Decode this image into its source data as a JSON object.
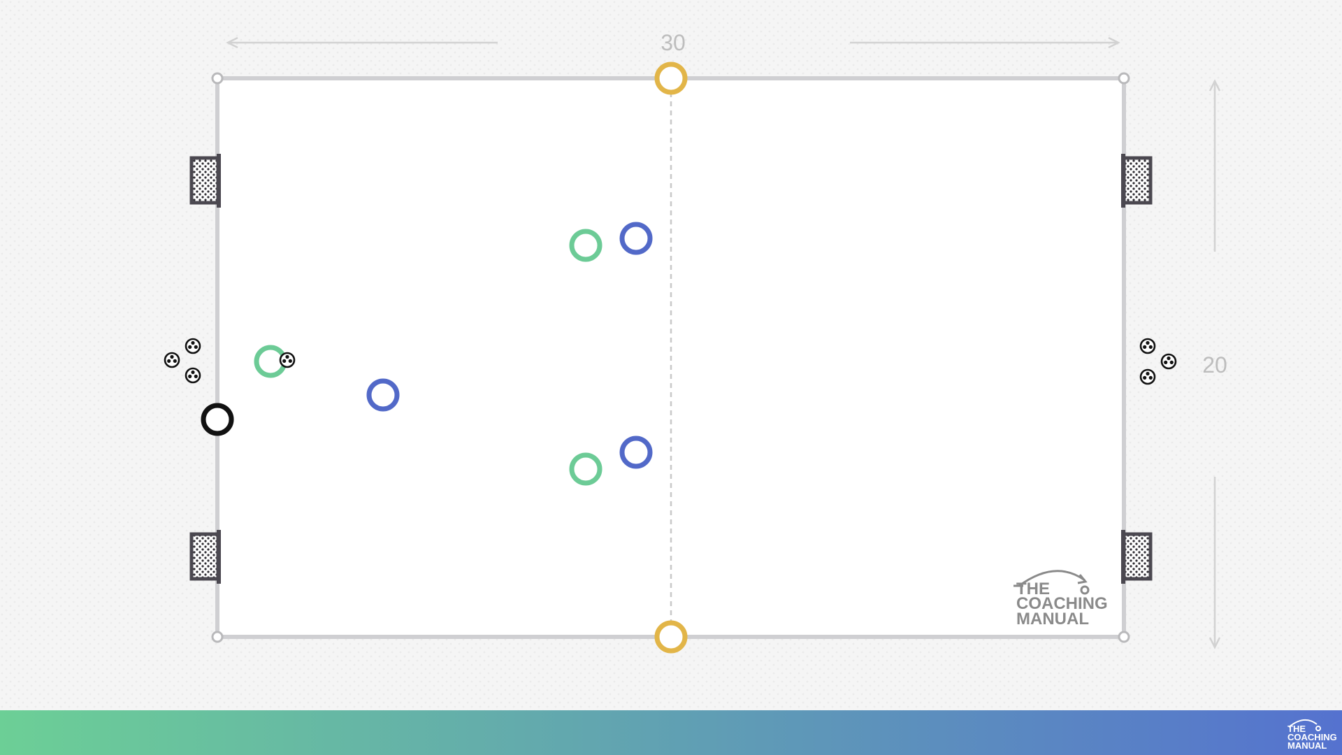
{
  "dimensions": {
    "width_label": "30",
    "height_label": "20"
  },
  "branding": {
    "logo_line1": "THE",
    "logo_line2": "COACHING",
    "logo_line3": "MANUAL"
  },
  "colors": {
    "background": "#f5f5f5",
    "pitch": "#ffffff",
    "pitch_line": "#cfcfd2",
    "corner_marker": "#b9b9bb",
    "halfway_line": "#c8c8c8",
    "neutral_player": "#e2b548",
    "green_team": "#6ccb96",
    "blue_team": "#5269c8",
    "goalkeeper": "#111111",
    "goal_frame": "#4b4850",
    "dimension_text": "#bdbdbd",
    "logo": "#8a8a8a",
    "footer_gradient_start": "#6ccf96",
    "footer_gradient_end": "#5572cf"
  },
  "legend": {
    "neutral_players": "yellow-ring",
    "team_a": "green-ring",
    "team_b": "blue-ring",
    "goalkeeper": "black-ring",
    "ball": "soccer-ball-icon",
    "goal": "mini-goal-icon"
  }
}
